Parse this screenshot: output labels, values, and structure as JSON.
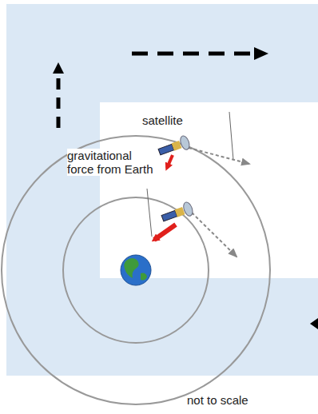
{
  "diagram": {
    "labels": [
      "satellite",
      "gravitational force from Earth",
      "not to scale"
    ]
  }
}
